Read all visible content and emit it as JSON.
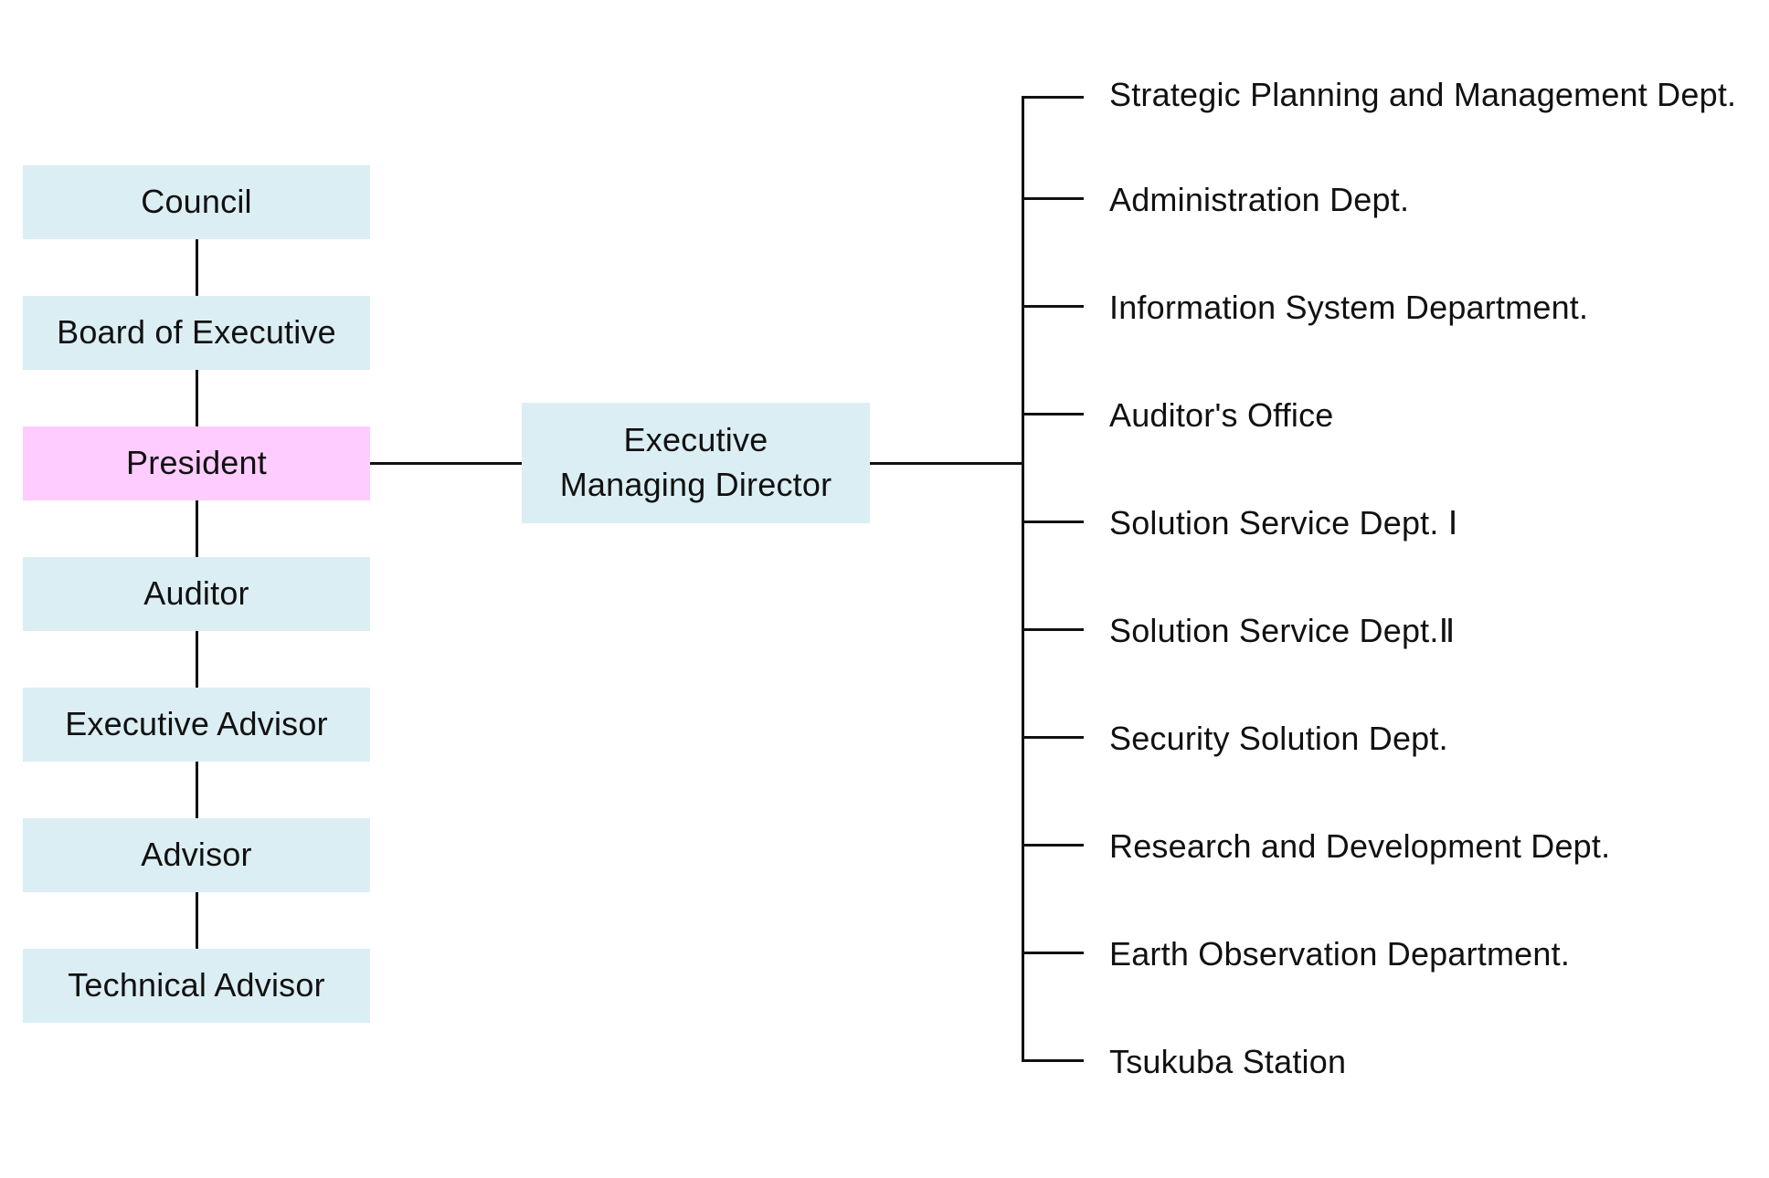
{
  "colors": {
    "box_fill": "#dbeef3",
    "president_fill": "#ffccff",
    "line": "#111111"
  },
  "leadership": {
    "council": "Council",
    "board": "Board of Executive",
    "president": "President",
    "auditor": "Auditor",
    "executive_advisor": "Executive Advisor",
    "advisor": "Advisor",
    "technical_advisor": "Technical Advisor"
  },
  "executive_managing_director": "Executive\nManaging Director",
  "departments": [
    "Strategic Planning and Management Dept.",
    "Administration Dept.",
    "Information System Department.",
    "Auditor's Office",
    "Solution Service Dept. Ⅰ",
    "Solution Service Dept.Ⅱ",
    "Security Solution Dept.",
    "Research and Development Dept.",
    "Earth Observation Department.",
    "Tsukuba Station"
  ]
}
